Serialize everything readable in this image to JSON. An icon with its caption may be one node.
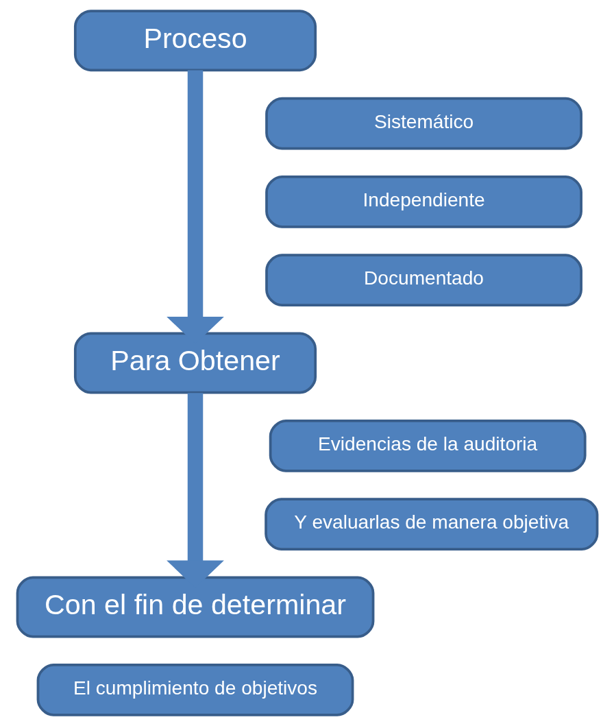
{
  "diagram": {
    "nodes": [
      {
        "text": [
          "Proceso"
        ]
      },
      {
        "text": [
          "Sistemático"
        ]
      },
      {
        "text": [
          "Independiente"
        ]
      },
      {
        "text": [
          "Documentado"
        ]
      },
      {
        "text": [
          "Para Obtener"
        ]
      },
      {
        "text": [
          "Evidencias de la auditoria"
        ]
      },
      {
        "text": [
          "Y evaluarlas de manera objetiva"
        ]
      },
      {
        "text": [
          "Con el fin de determinar"
        ]
      },
      {
        "text": [
          "El cumplimiento de objetivos"
        ]
      }
    ],
    "edges": [
      {
        "from": 0,
        "to": 4,
        "arrow": "to"
      },
      {
        "from": 4,
        "to": 7,
        "arrow": "to"
      }
    ]
  }
}
